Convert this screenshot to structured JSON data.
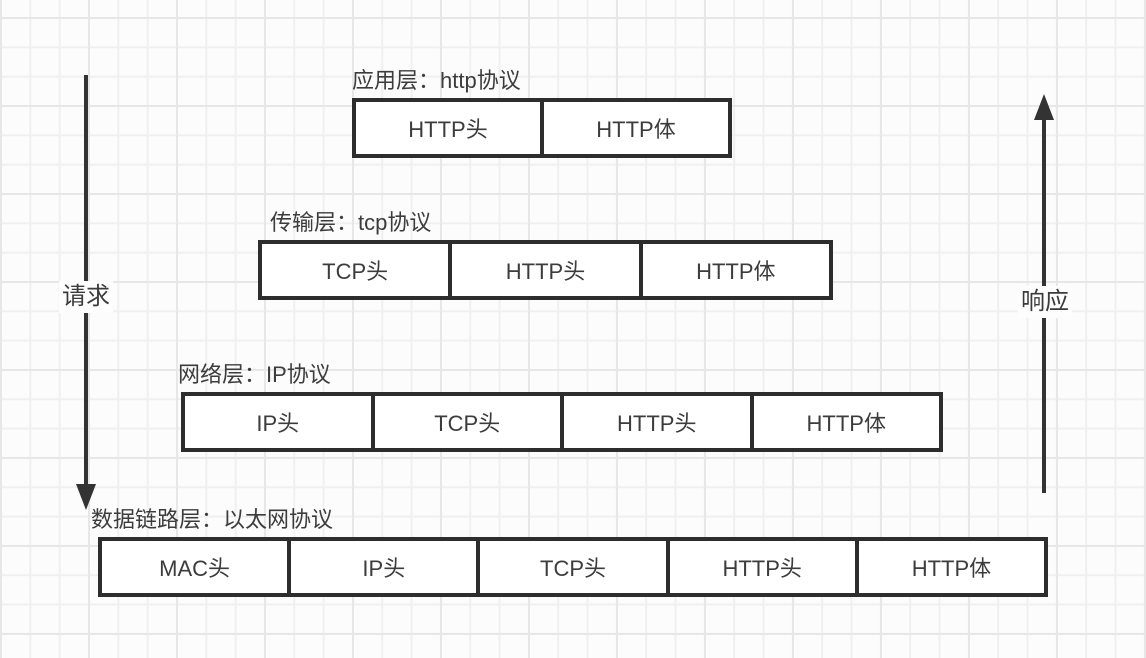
{
  "diagram": {
    "arrows": {
      "request": {
        "label": "请求",
        "direction": "down"
      },
      "response": {
        "label": "响应",
        "direction": "up"
      }
    },
    "layers": [
      {
        "id": "application",
        "title": "应用层：http协议",
        "cells": [
          "HTTP头",
          "HTTP体"
        ]
      },
      {
        "id": "transport",
        "title": "传输层：tcp协议",
        "cells": [
          "TCP头",
          "HTTP头",
          "HTTP体"
        ]
      },
      {
        "id": "network",
        "title": "网络层：IP协议",
        "cells": [
          "IP头",
          "TCP头",
          "HTTP头",
          "HTTP体"
        ]
      },
      {
        "id": "datalink",
        "title": "数据链路层：以太网协议",
        "cells": [
          "MAC头",
          "IP头",
          "TCP头",
          "HTTP头",
          "HTTP体"
        ]
      }
    ],
    "colors": {
      "box_border": "#2d2d2d",
      "text": "#3c3c3c",
      "arrow": "#333333",
      "grid_minor": "#f0f0f0",
      "grid_major": "#e7e7e7",
      "background": "#fcfcfc"
    }
  }
}
